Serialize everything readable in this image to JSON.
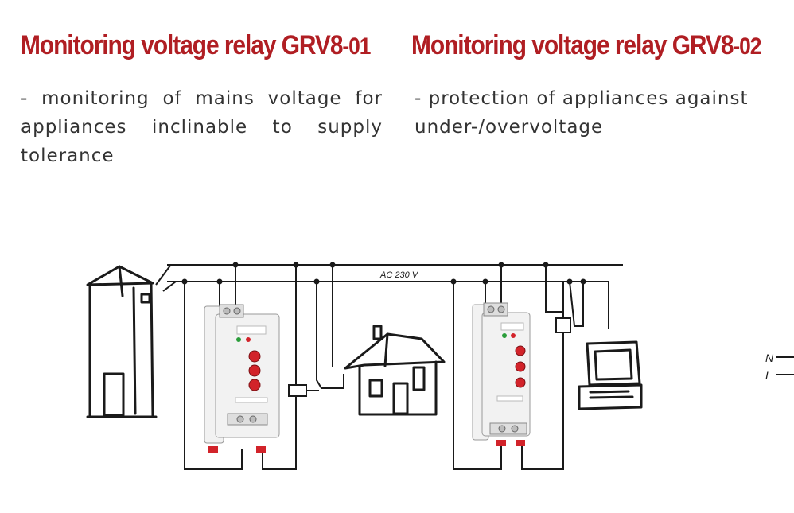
{
  "left": {
    "title_main": "Monitoring voltage relay GRV8",
    "title_suffix": "-01",
    "description": "- monitoring of mains voltage for appliances inclinable to supply tolerance"
  },
  "right": {
    "title_main": "Monitoring voltage relay GRV8",
    "title_suffix": "-02",
    "description": "- protection of appliances against under-/overvoltage"
  },
  "diagram": {
    "supply_label": "AC 230 V",
    "edge_label_n": "N",
    "edge_label_l": "L",
    "accent_color": "#b01e23",
    "knob_color": "#d2232a"
  }
}
